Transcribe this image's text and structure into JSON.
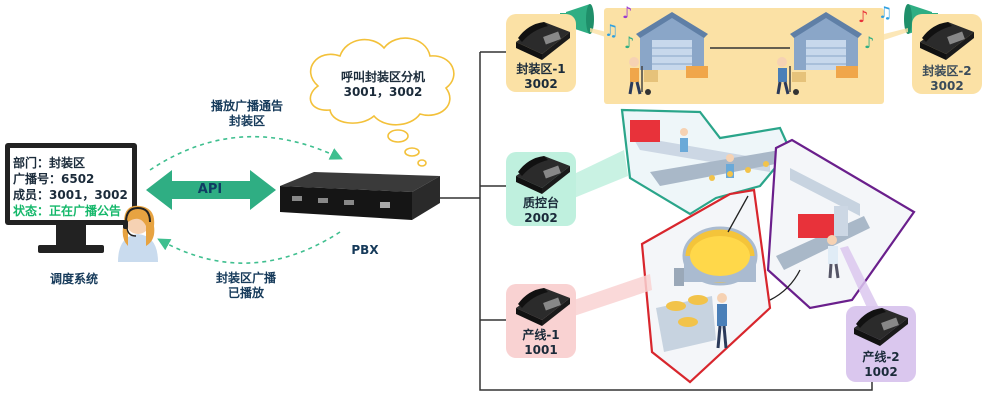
{
  "colors": {
    "api_arrow": "#2fae83",
    "dashed_green": "#3fbf8f",
    "cloud_outline": "#f3c13a",
    "packing_bg": "#fbe1a5",
    "qc_bg": "#bff0de",
    "line1_bg": "#f9d2d2",
    "line2_bg": "#dac7ee",
    "qc_frame": "#2aa58a",
    "line1_frame": "#d8262d",
    "line2_frame": "#6a1f8c"
  },
  "dispatch": {
    "screen": {
      "dept": "部门：封装区",
      "broadcast_no": "广播号：6502",
      "members": "成员：3001，3002",
      "status": "状态：正在广播公告"
    },
    "label": "调度系统"
  },
  "api": {
    "label": "API",
    "top_text_1": "播放广播通告",
    "top_text_2": "封装区",
    "bottom_text_1": "封装区广播",
    "bottom_text_2": "已播放"
  },
  "cloud": {
    "line1": "呼叫封装区分机",
    "line2": "3001，3002"
  },
  "pbx": {
    "label": "PBX"
  },
  "extensions": {
    "pack1": {
      "name": "封装区-1",
      "num": "3002"
    },
    "pack2": {
      "name": "封装区-2",
      "num": "3002"
    },
    "qc": {
      "name": "质控台",
      "num": "2002"
    },
    "line1": {
      "name": "产线-1",
      "num": "1001"
    },
    "line2": {
      "name": "产线-2",
      "num": "1002"
    }
  },
  "icons": {
    "phone": "desk-phone-icon",
    "speaker": "loudspeaker-icon",
    "note": "music-note-icon",
    "warehouse": "warehouse-icon",
    "worker": "cart-worker-icon",
    "operator": "headset-operator-icon",
    "server": "rack-server-icon"
  }
}
